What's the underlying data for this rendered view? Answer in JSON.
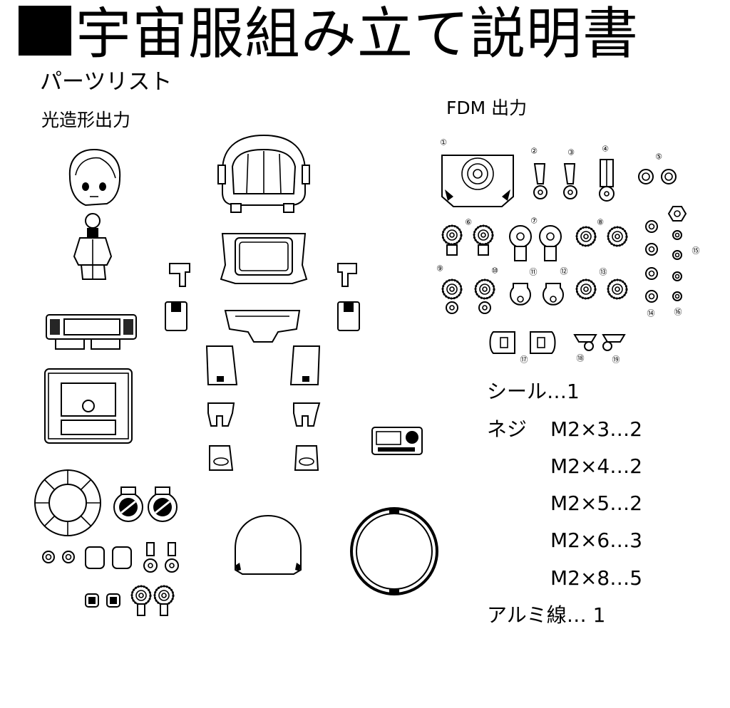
{
  "title": "宇宙服組み立て説明書",
  "sections": {
    "parts_list": "パーツリスト",
    "resin_print": "光造形出力",
    "fdm_print": "FDM 出力"
  },
  "fdm_numbers": [
    "①",
    "②",
    "③",
    "④",
    "⑤",
    "⑥",
    "⑦",
    "⑧",
    "⑨",
    "⑩",
    "⑪",
    "⑫",
    "⑬",
    "⑭",
    "⑮",
    "⑯",
    "⑰",
    "⑱",
    "⑲"
  ],
  "accessories": {
    "seal": "シール…1",
    "screw_label": "ネジ",
    "screws": [
      "M2×3…2",
      "M2×4…2",
      "M2×5…2",
      "M2×6…3",
      "M2×8…5"
    ],
    "aluminum_wire": "アルミ線… 1"
  }
}
